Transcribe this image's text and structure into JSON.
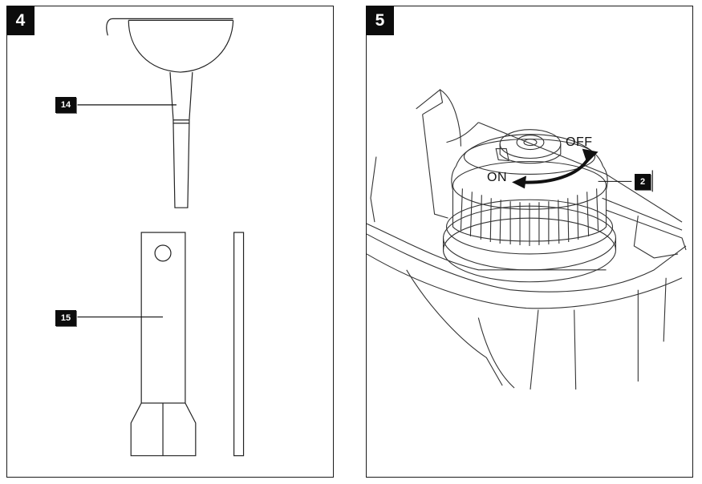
{
  "panels": [
    {
      "number": "4",
      "callouts": [
        "14",
        "15"
      ]
    },
    {
      "number": "5",
      "callouts": [
        "2"
      ],
      "labels": {
        "on": "ON",
        "off": "OFF"
      }
    }
  ]
}
